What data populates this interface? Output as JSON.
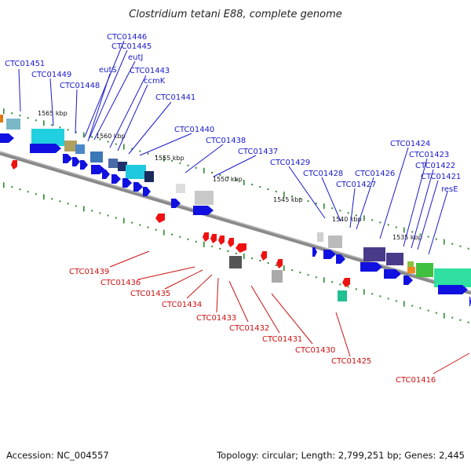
{
  "title": "Clostridium tetani E88, complete genome",
  "accession": "Accession: NC_004557",
  "topology": "Topology: circular; Length: 2,799,251 bp; Genes: 2,445",
  "colors": {
    "backbone": "#8a8a8a",
    "tick": "#2e8b2e",
    "forward_label": "#1a1acc",
    "reverse_label": "#cc1111",
    "forward_arrow": "#1010e0",
    "reverse_arrow": "#ee1111"
  },
  "kbp_labels": [
    "1565 kbp",
    "1560 kbp",
    "1555 kbp",
    "1550 kbp",
    "1545 kbp",
    "1540 kbp",
    "1535 kbp"
  ],
  "forward_labels": [
    "CTC01451",
    "CTC01449",
    "CTC01448",
    "CTC01446",
    "CTC01445",
    "eutJ",
    "eutS",
    "CTC01443",
    "ccmK",
    "CTC01441",
    "CTC01440",
    "CTC01438",
    "CTC01437",
    "CTC01429",
    "CTC01428",
    "CTC01427",
    "CTC01426",
    "CTC01424",
    "CTC01423",
    "CTC01422",
    "CTC01421",
    "resE"
  ],
  "reverse_labels": [
    "CTC01439",
    "CTC01436",
    "CTC01435",
    "CTC01434",
    "CTC01433",
    "CTC01432",
    "CTC01431",
    "CTC01430",
    "CTC01425",
    "CTC01416"
  ]
}
